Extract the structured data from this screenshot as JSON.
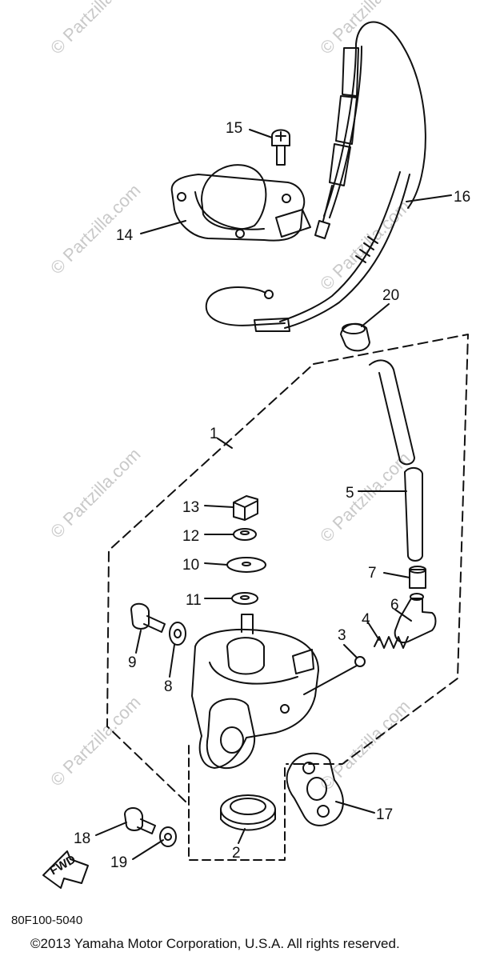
{
  "watermark": "© Partzilla.com",
  "fwd_label": "FWD",
  "diagram_code": "80F100-5040",
  "footer": "©2013 Yamaha Motor Corporation, U.S.A. All rights reserved.",
  "icons": [
    "fwd-arrow-icon"
  ],
  "callouts": [
    "1",
    "2",
    "3",
    "4",
    "5",
    "6",
    "7",
    "8",
    "9",
    "10",
    "11",
    "12",
    "13",
    "14",
    "15",
    "16",
    "17",
    "18",
    "19",
    "20"
  ]
}
